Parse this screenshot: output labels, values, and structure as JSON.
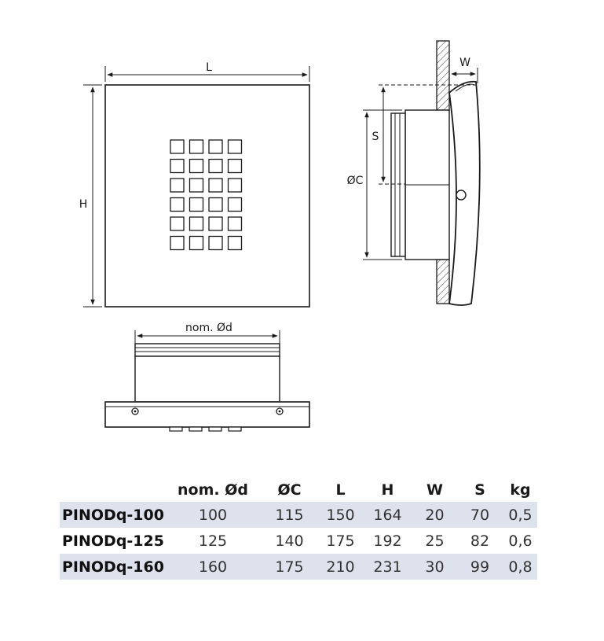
{
  "labels": {
    "length": "L",
    "height": "H",
    "width": "W",
    "spacing": "S",
    "outer_diameter": "ØC",
    "nominal_diameter": "nom. Ød"
  },
  "table": {
    "headers": [
      "",
      "nom. Ød",
      "ØC",
      "L",
      "H",
      "W",
      "S",
      "kg"
    ],
    "rows": [
      {
        "model": "PINODq-100",
        "values": [
          "100",
          "115",
          "150",
          "164",
          "20",
          "70",
          "0,5"
        ]
      },
      {
        "model": "PINODq-125",
        "values": [
          "125",
          "140",
          "175",
          "192",
          "25",
          "82",
          "0,6"
        ]
      },
      {
        "model": "PINODq-160",
        "values": [
          "160",
          "175",
          "210",
          "231",
          "30",
          "99",
          "0,8"
        ]
      }
    ]
  }
}
